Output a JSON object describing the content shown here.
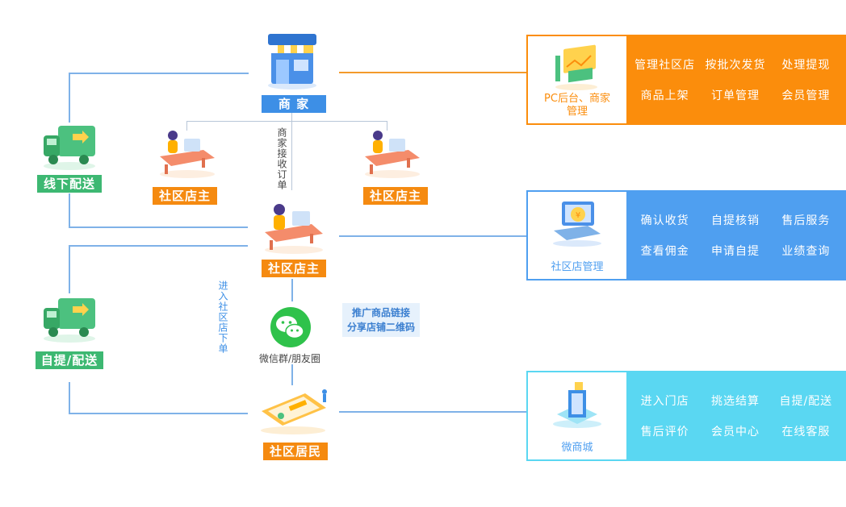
{
  "nodes": {
    "merchant": "商 家",
    "offline_delivery": "线下配送",
    "community_owner_left": "社区店主",
    "community_owner_right": "社区店主",
    "community_owner_center": "社区店主",
    "pickup_delivery": "自提/配送",
    "residents": "社区居民",
    "wechat": "微信群/朋友圈"
  },
  "edges": {
    "merchant_receive_order": "商家接收订单",
    "enter_store_order": "进入社区店下单"
  },
  "promo": {
    "line1": "推广商品链接",
    "line2": "分享店铺二维码"
  },
  "panels": [
    {
      "caption": "PC后台、商家管理",
      "items": [
        "管理社区店",
        "按批次发货",
        "处理提现",
        "商品上架",
        "订单管理",
        "会员管理"
      ]
    },
    {
      "caption": "社区店管理",
      "items": [
        "确认收货",
        "自提核销",
        "售后服务",
        "查看佣金",
        "申请自提",
        "业绩查询"
      ]
    },
    {
      "caption": "微商城",
      "items": [
        "进入门店",
        "挑选结算",
        "自提/配送",
        "售后评价",
        "会员中心",
        "在线客服"
      ]
    }
  ],
  "colors": {
    "panel1": "#fb8d0c",
    "panel2": "#4f9ff0",
    "panel3": "#5ad7f2",
    "blue": "#3d8fe6",
    "green": "#3db872",
    "orange": "#f58a10"
  },
  "icons": {
    "merchant": "shop-icon",
    "truck": "truck-icon",
    "owner": "desk-worker-icon",
    "wechat": "wechat-icon",
    "residents": "phone-app-icon",
    "pc": "dashboard-icon",
    "laptop": "laptop-coin-icon",
    "mall": "building-icon"
  }
}
